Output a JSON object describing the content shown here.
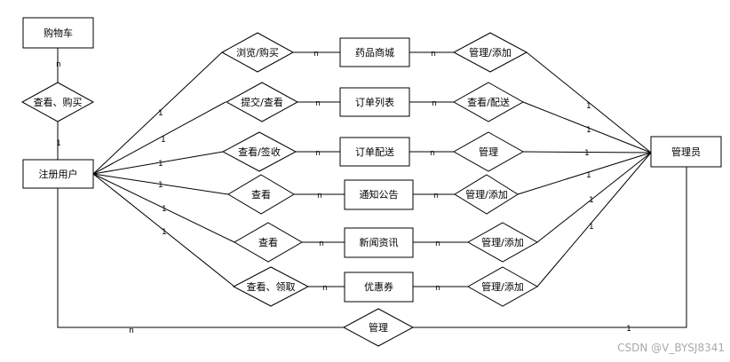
{
  "entities": {
    "cart": "购物车",
    "user": "注册用户",
    "admin": "管理员",
    "drug_mall": "药品商城",
    "order_list": "订单列表",
    "order_delivery": "订单配送",
    "notice": "通知公告",
    "news": "新闻资讯",
    "coupon": "优惠券"
  },
  "relations": {
    "cart_user": "查看、购买",
    "browse_buy": "浏览/购买",
    "submit_view": "提交/查看",
    "view_sign": "查看/签收",
    "view_notice": "查看",
    "view_news": "查看",
    "view_claim": "查看、领取",
    "manage_add_1": "管理/添加",
    "view_deliver": "查看/配送",
    "manage_1": "管理",
    "manage_add_2": "管理/添加",
    "manage_add_3": "管理/添加",
    "manage_add_4": "管理/添加",
    "manage_bottom": "管理"
  },
  "cardinalities": {
    "one": "1",
    "many": "n"
  },
  "watermark": "CSDN @V_BYSJ8341"
}
